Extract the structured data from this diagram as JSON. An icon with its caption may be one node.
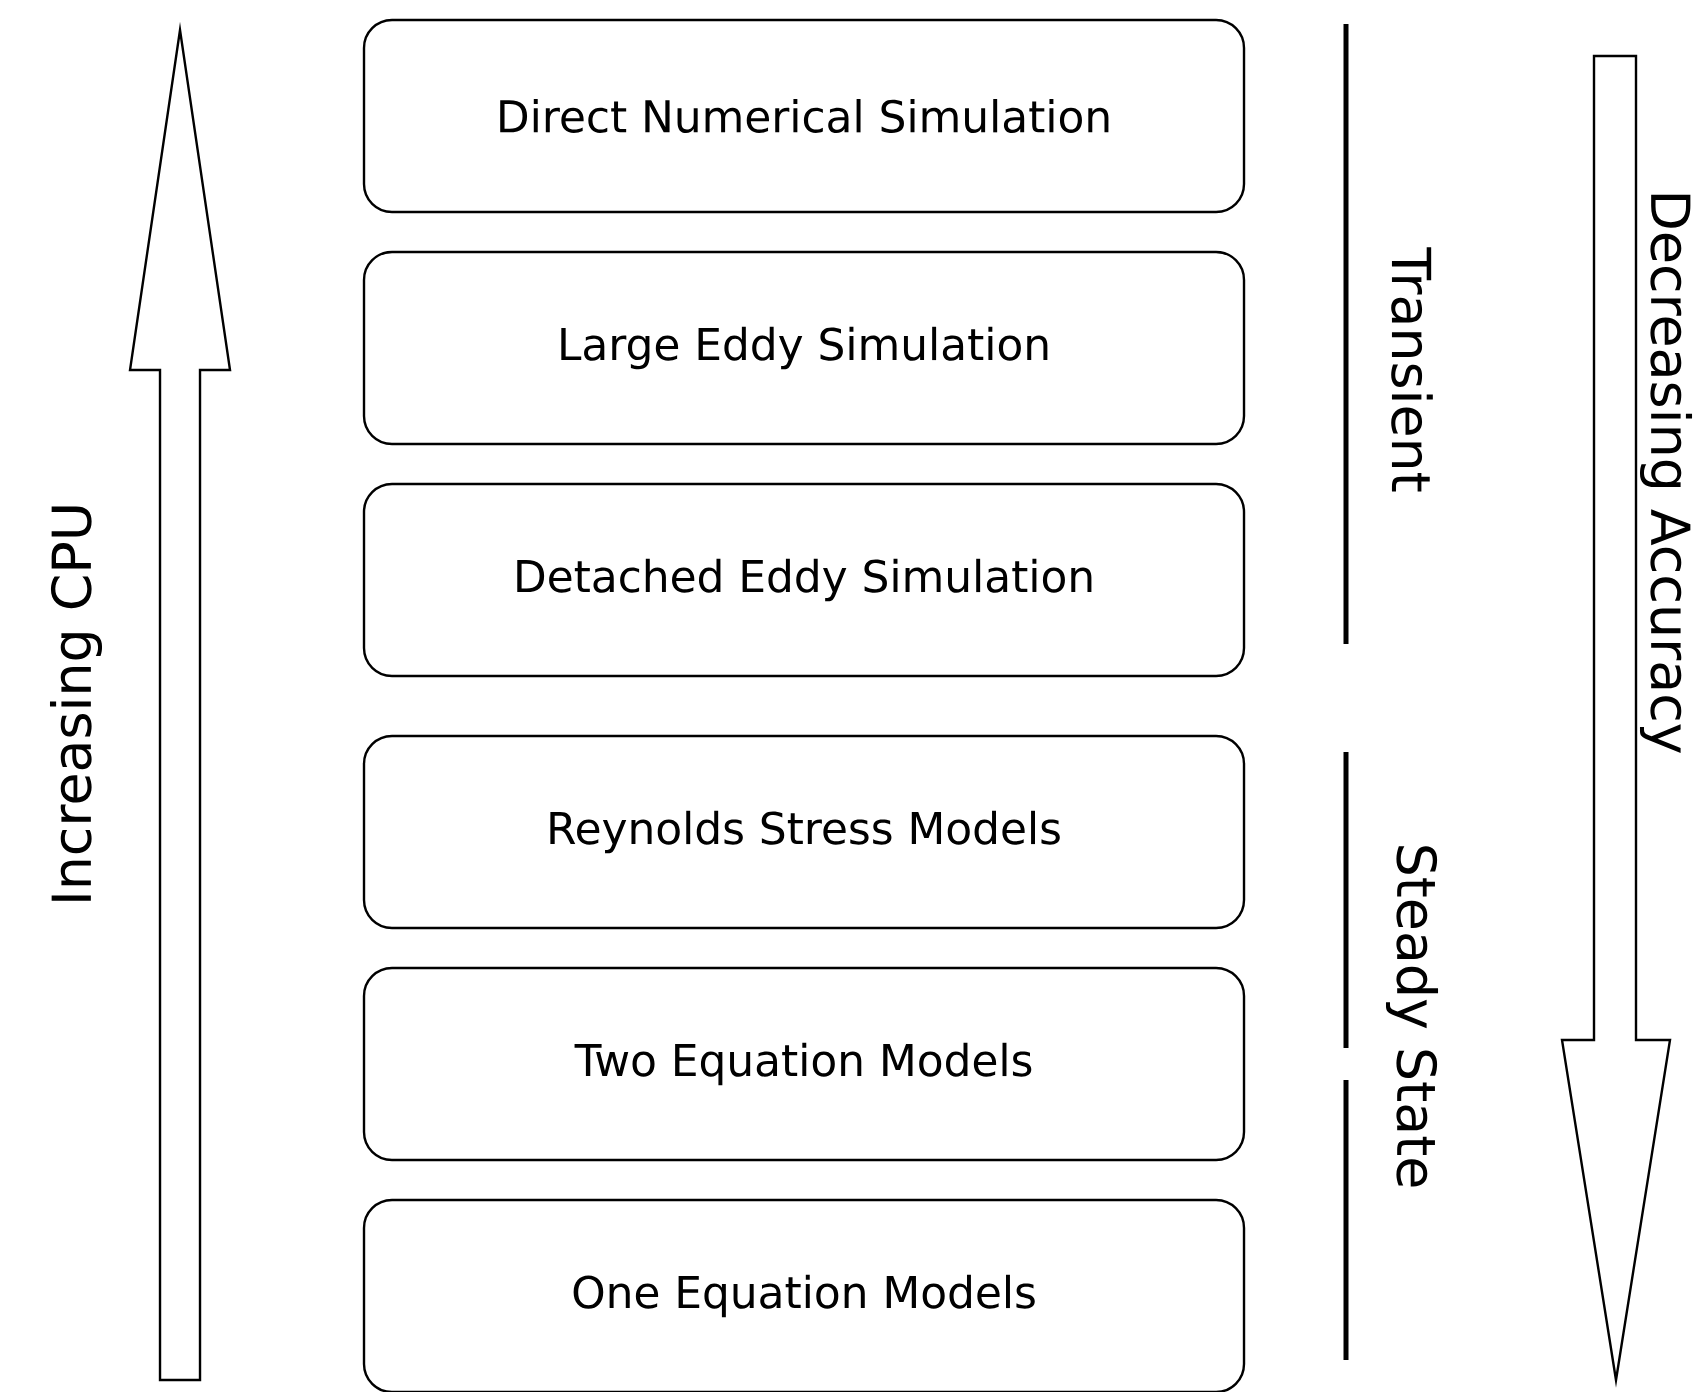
{
  "diagram": {
    "nodes": [
      {
        "text": [
          "Direct Numerical Simulation"
        ]
      },
      {
        "text": [
          "Large Eddy Simulation"
        ]
      },
      {
        "text": [
          "Detached Eddy Simulation"
        ]
      },
      {
        "text": [
          "Reynolds Stress Models"
        ]
      },
      {
        "text": [
          "Two Equation Models"
        ]
      },
      {
        "text": [
          "One Equation Models"
        ]
      }
    ],
    "labels": [
      "Increasing CPU",
      "Transient",
      "Steady State",
      "Decreasing Accuracy"
    ]
  }
}
